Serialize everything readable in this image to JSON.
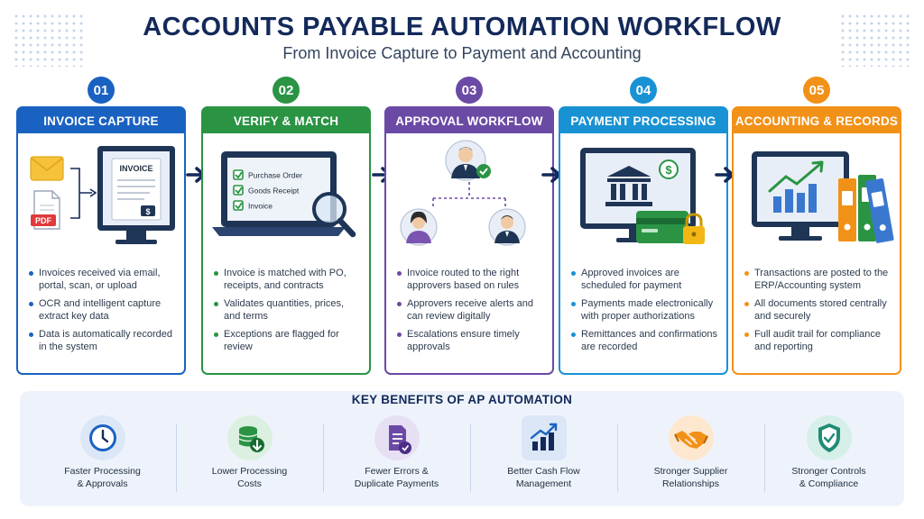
{
  "title": "ACCOUNTS PAYABLE AUTOMATION WORKFLOW",
  "subtitle": "From Invoice Capture to Payment and Accounting",
  "colors": {
    "navy": "#13295a",
    "blue": "#1a62c2",
    "green": "#2a9444",
    "purple": "#6b4aa5",
    "lightblue": "#1992d4",
    "orange": "#f29117"
  },
  "steps": [
    {
      "number": "01",
      "title": "INVOICE CAPTURE",
      "illustration": {
        "icons": [
          "envelope-icon",
          "pdf-file-icon",
          "monitor-icon"
        ],
        "doc_title": "INVOICE",
        "pdf_label": "PDF"
      },
      "bullets": [
        "Invoices received via email, portal, scan, or upload",
        "OCR and intelligent capture extract key data",
        "Data is automatically recorded in the system"
      ]
    },
    {
      "number": "02",
      "title": "VERIFY & MATCH",
      "illustration": {
        "icons": [
          "laptop-icon",
          "checklist-icon",
          "magnifier-icon"
        ],
        "checklist": [
          "Purchase Order",
          "Goods Receipt",
          "Invoice"
        ]
      },
      "bullets": [
        "Invoice is matched with PO, receipts, and contracts",
        "Validates quantities, prices, and terms",
        "Exceptions are flagged for review"
      ]
    },
    {
      "number": "03",
      "title": "APPROVAL WORKFLOW",
      "illustration": {
        "icons": [
          "approver-avatar-icon",
          "check-icon",
          "team-member-icon"
        ]
      },
      "bullets": [
        "Invoice routed to the right approvers based on rules",
        "Approvers receive alerts and can review digitally",
        "Escalations ensure timely approvals"
      ]
    },
    {
      "number": "04",
      "title": "PAYMENT PROCESSING",
      "illustration": {
        "icons": [
          "monitor-icon",
          "bank-icon",
          "dollar-icon",
          "credit-card-icon",
          "padlock-icon"
        ],
        "currency_symbol": "$"
      },
      "bullets": [
        "Approved invoices are scheduled for payment",
        "Payments made electronically with proper authorizations",
        "Remittances and confirmations are recorded"
      ]
    },
    {
      "number": "05",
      "title": "ACCOUNTING & RECORDS",
      "illustration": {
        "icons": [
          "monitor-icon",
          "growth-chart-icon",
          "binder-icon"
        ]
      },
      "bullets": [
        "Transactions are posted to the ERP/Accounting system",
        "All documents stored centrally and securely",
        "Full audit trail for compliance and reporting"
      ]
    }
  ],
  "benefits": {
    "title": "KEY BENEFITS OF AP AUTOMATION",
    "items": [
      {
        "icon": "clock-icon",
        "line1": "Faster Processing",
        "line2": "& Approvals"
      },
      {
        "icon": "coins-icon",
        "line1": "Lower Processing",
        "line2": "Costs"
      },
      {
        "icon": "document-check-icon",
        "line1": "Fewer Errors &",
        "line2": "Duplicate Payments"
      },
      {
        "icon": "bar-chart-icon",
        "line1": "Better Cash Flow",
        "line2": "Management"
      },
      {
        "icon": "handshake-icon",
        "line1": "Stronger Supplier",
        "line2": "Relationships"
      },
      {
        "icon": "shield-check-icon",
        "line1": "Stronger Controls",
        "line2": "& Compliance"
      }
    ]
  }
}
